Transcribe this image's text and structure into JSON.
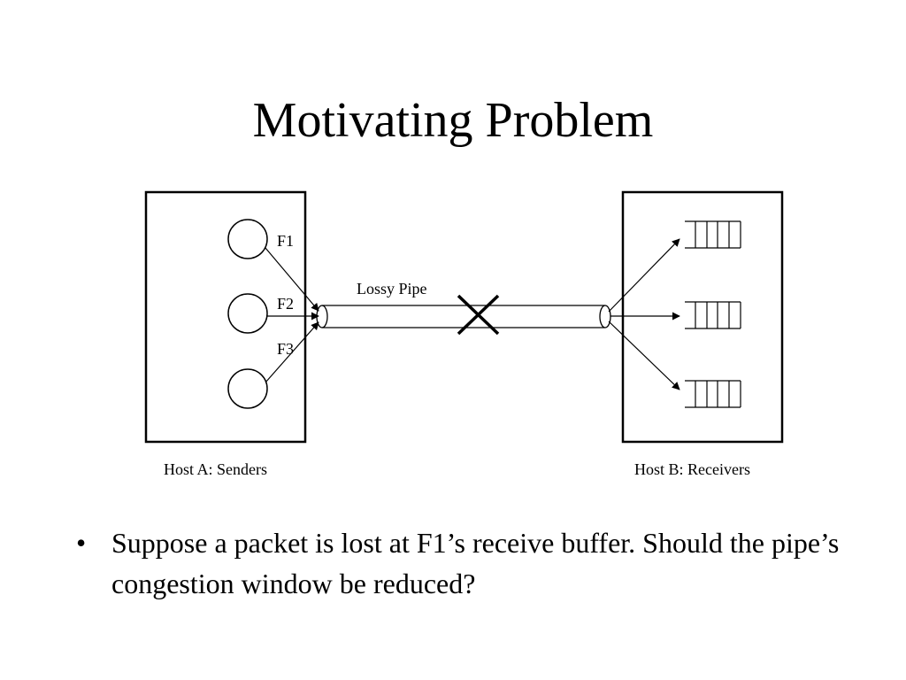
{
  "slide": {
    "title": "Motivating Problem"
  },
  "diagram": {
    "host_a_label": "Host A: Senders",
    "host_b_label": "Host B: Receivers",
    "flows": [
      "F1",
      "F2",
      "F3"
    ],
    "pipe_label": "Lossy Pipe"
  },
  "bullets": {
    "marker": "•",
    "items": [
      "Suppose a packet is lost at F1’s receive buffer. Should the pipe’s congestion window be reduced?"
    ]
  }
}
